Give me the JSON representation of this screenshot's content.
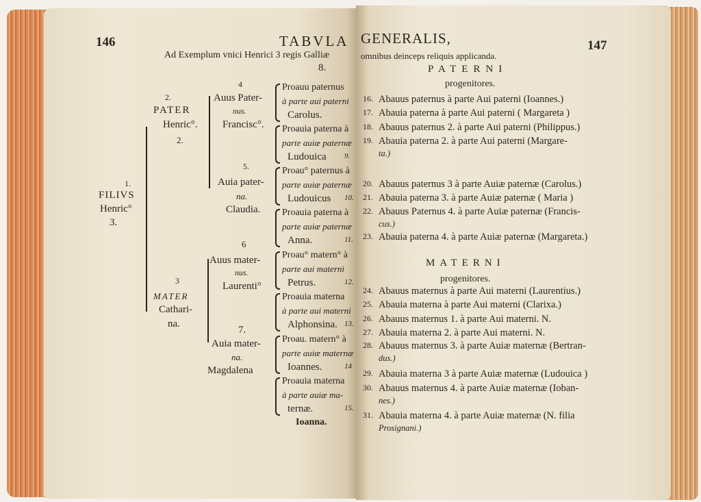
{
  "header": {
    "left_page_number": "146",
    "right_page_number": "147",
    "title_left": "TABVLA",
    "title_right": "GENERALIS,",
    "subtitle_left": "Ad Exemplum vnici Henrici 3 regis Galliæ",
    "subtitle_right": "omnibus deinceps reliquis applicanda."
  },
  "left_page": {
    "filius": {
      "num": "1.",
      "label": "FILIVS",
      "name": "Henric°",
      "gen": "3."
    },
    "pater": {
      "num": "2.",
      "label": "PATER",
      "name": "Henric°.",
      "gen": "2."
    },
    "mater": {
      "num": "3",
      "label": "MATER",
      "name": "Cathari-",
      "name2": "na."
    },
    "grandparents": [
      {
        "num": "4",
        "line1": "Auus Pater-",
        "line2": "nus.",
        "name": "Francisc°."
      },
      {
        "num": "5.",
        "line1": "Auia pater-",
        "line2": "na.",
        "name": "Claudia."
      },
      {
        "num": "6",
        "line1": "Auus mater-",
        "line2": "nus.",
        "name": "Laurenti°"
      },
      {
        "num": "7.",
        "line1": "Auia mater-",
        "line2": "na.",
        "name": "Magdalena"
      }
    ],
    "great_grandparents_num_top": "8.",
    "great_grandparents": [
      {
        "line1": "Proauu paternus",
        "line2": "à parte aui paterni",
        "name": "Carolus.",
        "num": ""
      },
      {
        "line1": "Proauia paterna à",
        "line2": "parte auiæ paternæ",
        "name": "Ludouica",
        "num": "9."
      },
      {
        "line1": "Proau° paternus à",
        "line2": "parte auiæ paternæ",
        "name": "Ludouicus",
        "num": "10."
      },
      {
        "line1": "Proauia paterna à",
        "line2": "parte auiæ paternæ",
        "name": "Anna.",
        "num": "11."
      },
      {
        "line1": "Proau° matern° à",
        "line2": "parte aui materni",
        "name": "Petrus.",
        "num": "12."
      },
      {
        "line1": "Proauia materna",
        "line2": "à parte aui materni",
        "name": "Alphonsina.",
        "num": "13."
      },
      {
        "line1": "Proau. matern° à",
        "line2": "parte auiæ maternæ",
        "name": "Ioannes.",
        "num": "14"
      },
      {
        "line1": "Proauia materna",
        "line2": "à parte auiæ ma-",
        "name": "ternæ.",
        "num": "15."
      }
    ],
    "last_name": "Ioanna."
  },
  "right_page": {
    "paterni": {
      "heading": "PATERNI",
      "subheading": "progenitores.",
      "entries": [
        {
          "num": "16.",
          "text": "Abauus paternus à parte Aui paterni (Ioannes.)",
          "wrap": ""
        },
        {
          "num": "17.",
          "text": "Abauia paterna à parte Aui paterni ( Margareta )",
          "wrap": ""
        },
        {
          "num": "18.",
          "text": "Abauus paternus 2. à parte Aui paterni (Philippus.)",
          "wrap": ""
        },
        {
          "num": "19.",
          "text": "Abauia paterna 2. à parte Aui paterni (Margare-",
          "wrap": "ta.)"
        },
        {
          "num": "20.",
          "text": "Abauus paternus 3 à parte Auiæ paternæ (Carolus.)",
          "wrap": ""
        },
        {
          "num": "21.",
          "text": "Abauia paterna 3. à parte Auiæ paternæ ( Maria )",
          "wrap": ""
        },
        {
          "num": "22.",
          "text": "Abauus Paternus 4. à parte Auiæ paternæ (Francis-",
          "wrap": "cus.)"
        },
        {
          "num": "23.",
          "text": "Abauia paterna 4. à parte Auiæ paternæ (Margareta.)",
          "wrap": ""
        }
      ]
    },
    "materni": {
      "heading": "MATERNI",
      "subheading": "progenitores.",
      "entries": [
        {
          "num": "24.",
          "text": "Abauus maternus à parte Aui materni (Laurentius.)",
          "wrap": ""
        },
        {
          "num": "25.",
          "text": "Abauia materna à parte Aui materni (Clarixa.)",
          "wrap": ""
        },
        {
          "num": "26.",
          "text": "Abauus maternus 1. à parte Aui materni.      N.",
          "wrap": ""
        },
        {
          "num": "27.",
          "text": "Abauia materna 2. à parte Aui materni.      N.",
          "wrap": ""
        },
        {
          "num": "28.",
          "text": "Abauus maternus 3. à parte Auiæ maternæ (Bertran-",
          "wrap": "dus.)"
        },
        {
          "num": "29.",
          "text": "Abauia materna 3 à parte Auiæ maternæ (Ludouica )",
          "wrap": ""
        },
        {
          "num": "30.",
          "text": "Abauus maternus 4. à parte Auiæ maternæ (Ioban-",
          "wrap": "nes.)"
        },
        {
          "num": "31.",
          "text": "Abauia materna 4. à parte Auiæ maternæ (N. filia",
          "wrap": "Prosignani.)"
        }
      ]
    }
  }
}
